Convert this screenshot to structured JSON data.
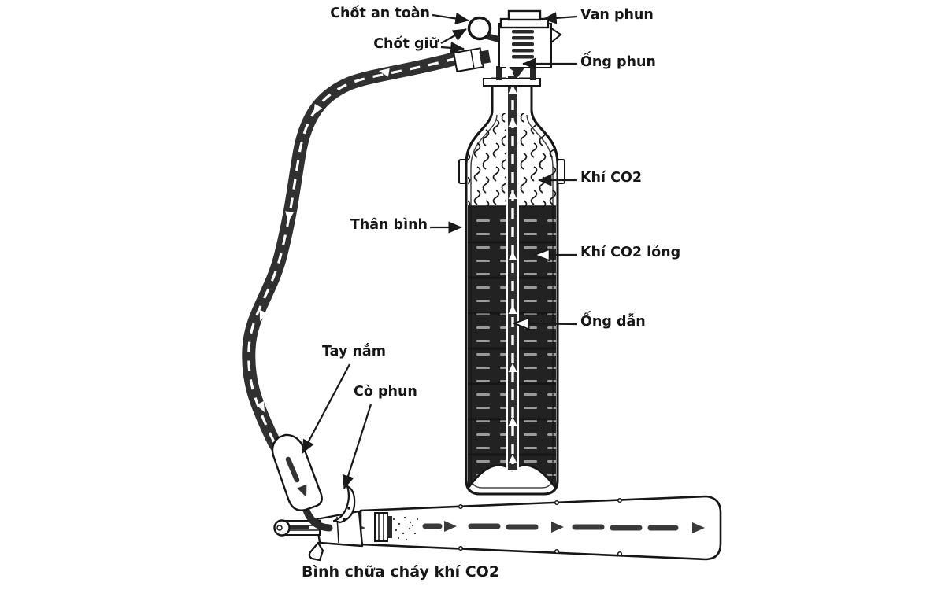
{
  "caption": "Bình chữa cháy khí CO2",
  "labels": {
    "chot_an_toan": "Chốt an toàn",
    "van_phun": "Van phun",
    "chot_giu": "Chốt giữ",
    "ong_phun": "Ống phun",
    "khi_co2": "Khí CO2",
    "than_binh": "Thân bình",
    "khi_co2_long": "Khí CO2 lỏng",
    "ong_dan": "Ống dẫn",
    "tay_nam": "Tay nắm",
    "co_phun": "Cò phun"
  },
  "colors": {
    "ink": "#1a1a1a",
    "liquid_fill": "#222222",
    "hose": "#303030",
    "background": "#ffffff"
  }
}
